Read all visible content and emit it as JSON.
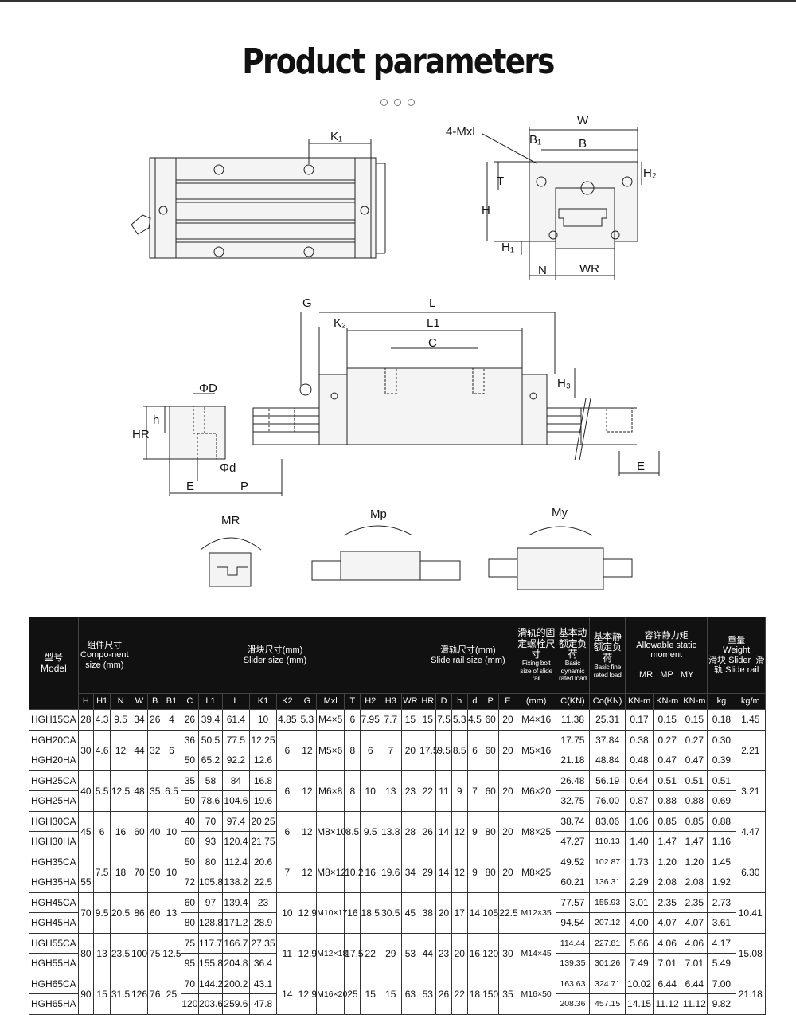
{
  "title": "Product parameters",
  "labels": {
    "k1": "K₁",
    "mxl": "4-Mxl",
    "w": "W",
    "b1": "B₁",
    "b": "B",
    "h2": "H₂",
    "t": "T",
    "h": "H",
    "h1": "H₁",
    "n": "N",
    "wr": "WR",
    "g": "G",
    "l": "L",
    "k2": "K₂",
    "l1": "L1",
    "c": "C",
    "h3": "H₃",
    "phi_d_big": "ΦD",
    "h_small": "h",
    "hr": "HR",
    "phi_d_small": "Φd",
    "e": "E",
    "p": "P",
    "mr": "MR",
    "mp": "Mp",
    "my": "My"
  },
  "header": {
    "model_cn": "型号",
    "model_en": "Model",
    "component_cn": "组件尺寸",
    "component_en": "Compo-nent size (mm)",
    "slider_cn": "滑块尺寸(mm)",
    "slider_en": "Slider size (mm)",
    "rail_cn": "滑轨尺寸(mm)",
    "rail_en": "Slide rail size (mm)",
    "bolt_cn": "滑轨的固定螺栓尺寸",
    "bolt_en": "Fixing bolt size of slide rail",
    "dyn_cn": "基本动额定负荷",
    "dyn_en": "Basic dynamic rated load",
    "stat_cn": "基本静额定负荷",
    "stat_en": "Basic fine rated load",
    "moment_cn": "容许静力矩",
    "moment_en": "Allowable static moment",
    "mr": "MR",
    "mp": "MP",
    "my": "MY",
    "weight_cn": "重量",
    "weight_en": "Weight",
    "slider_w": "滑块 Slider",
    "rail_w": "滑轨 Slide rail"
  },
  "units": [
    "H",
    "H1",
    "N",
    "W",
    "B",
    "B1",
    "C",
    "L1",
    "L",
    "K1",
    "K2",
    "G",
    "Mxl",
    "T",
    "H2",
    "H3",
    "WR",
    "HR",
    "D",
    "h",
    "d",
    "P",
    "E",
    "(mm)",
    "C(KN)",
    "Co(KN)",
    "KN-m",
    "KN-m",
    "KN-m",
    "kg",
    "kg/m"
  ],
  "rows": [
    [
      [
        "HGH15CA",
        1
      ],
      [
        "28",
        1
      ],
      [
        "4.3",
        1
      ],
      [
        "9.5",
        1
      ],
      [
        "34",
        1
      ],
      [
        "26",
        1
      ],
      [
        "4",
        1
      ],
      [
        "26",
        1
      ],
      [
        "39.4",
        1
      ],
      [
        "61.4",
        1
      ],
      [
        "10",
        1
      ],
      [
        "4.85",
        1
      ],
      [
        "5.3",
        1
      ],
      [
        "M4×5",
        1
      ],
      [
        "6",
        1
      ],
      [
        "7.95",
        1
      ],
      [
        "7.7",
        1
      ],
      [
        "15",
        1
      ],
      [
        "15",
        1
      ],
      [
        "7.5",
        1
      ],
      [
        "5.3",
        1
      ],
      [
        "4.5",
        1
      ],
      [
        "60",
        1
      ],
      [
        "20",
        1
      ],
      [
        "M4×16",
        1
      ],
      [
        "11.38",
        1
      ],
      [
        "25.31",
        1
      ],
      [
        "0.17",
        1
      ],
      [
        "0.15",
        1
      ],
      [
        "0.15",
        1
      ],
      [
        "0.18",
        1
      ],
      [
        "1.45",
        1
      ]
    ],
    [
      [
        "HGH20CA",
        1
      ],
      [
        "30",
        2
      ],
      [
        "4.6",
        2
      ],
      [
        "12",
        2
      ],
      [
        "44",
        2
      ],
      [
        "32",
        2
      ],
      [
        "6",
        2
      ],
      [
        "36",
        1
      ],
      [
        "50.5",
        1
      ],
      [
        "77.5",
        1
      ],
      [
        "12.25",
        1
      ],
      [
        "6",
        2
      ],
      [
        "12",
        2
      ],
      [
        "M5×6",
        2
      ],
      [
        "8",
        2
      ],
      [
        "6",
        2
      ],
      [
        "7",
        2
      ],
      [
        "20",
        2
      ],
      [
        "17.5",
        2
      ],
      [
        "9.5",
        2
      ],
      [
        "8.5",
        2
      ],
      [
        "6",
        2
      ],
      [
        "60",
        2
      ],
      [
        "20",
        2
      ],
      [
        "M5×16",
        2
      ],
      [
        "17.75",
        1
      ],
      [
        "37.84",
        1
      ],
      [
        "0.38",
        1
      ],
      [
        "0.27",
        1
      ],
      [
        "0.27",
        1
      ],
      [
        "0.30",
        1
      ],
      [
        "2.21",
        2
      ]
    ],
    [
      [
        "HGH20HA",
        1
      ],
      [
        "50",
        1
      ],
      [
        "65.2",
        1
      ],
      [
        "92.2",
        1
      ],
      [
        "12.6",
        1
      ],
      [
        "21.18",
        1
      ],
      [
        "48.84",
        1
      ],
      [
        "0.48",
        1
      ],
      [
        "0.47",
        1
      ],
      [
        "0.47",
        1
      ],
      [
        "0.39",
        1
      ]
    ],
    [
      [
        "HGH25CA",
        1
      ],
      [
        "40",
        2
      ],
      [
        "5.5",
        2
      ],
      [
        "12.5",
        2
      ],
      [
        "48",
        2
      ],
      [
        "35",
        2
      ],
      [
        "6.5",
        2
      ],
      [
        "35",
        1
      ],
      [
        "58",
        1
      ],
      [
        "84",
        1
      ],
      [
        "16.8",
        1
      ],
      [
        "6",
        2
      ],
      [
        "12",
        2
      ],
      [
        "M6×8",
        2
      ],
      [
        "8",
        2
      ],
      [
        "10",
        2
      ],
      [
        "13",
        2
      ],
      [
        "23",
        2
      ],
      [
        "22",
        2
      ],
      [
        "11",
        2
      ],
      [
        "9",
        2
      ],
      [
        "7",
        2
      ],
      [
        "60",
        2
      ],
      [
        "20",
        2
      ],
      [
        "M6×20",
        2
      ],
      [
        "26.48",
        1
      ],
      [
        "56.19",
        1
      ],
      [
        "0.64",
        1
      ],
      [
        "0.51",
        1
      ],
      [
        "0.51",
        1
      ],
      [
        "0.51",
        1
      ],
      [
        "3.21",
        2
      ]
    ],
    [
      [
        "HGH25HA",
        1
      ],
      [
        "50",
        1
      ],
      [
        "78.6",
        1
      ],
      [
        "104.6",
        1
      ],
      [
        "19.6",
        1
      ],
      [
        "32.75",
        1
      ],
      [
        "76.00",
        1
      ],
      [
        "0.87",
        1
      ],
      [
        "0.88",
        1
      ],
      [
        "0.88",
        1
      ],
      [
        "0.69",
        1
      ]
    ],
    [
      [
        "HGH30CA",
        1
      ],
      [
        "45",
        2
      ],
      [
        "6",
        2
      ],
      [
        "16",
        2
      ],
      [
        "60",
        2
      ],
      [
        "40",
        2
      ],
      [
        "10",
        2
      ],
      [
        "40",
        1
      ],
      [
        "70",
        1
      ],
      [
        "97.4",
        1
      ],
      [
        "20.25",
        1
      ],
      [
        "6",
        2
      ],
      [
        "12",
        2
      ],
      [
        "M8×10",
        2
      ],
      [
        "8.5",
        2
      ],
      [
        "9.5",
        2
      ],
      [
        "13.8",
        2
      ],
      [
        "28",
        2
      ],
      [
        "26",
        2
      ],
      [
        "14",
        2
      ],
      [
        "12",
        2
      ],
      [
        "9",
        2
      ],
      [
        "80",
        2
      ],
      [
        "20",
        2
      ],
      [
        "M8×25",
        2
      ],
      [
        "38.74",
        1
      ],
      [
        "83.06",
        1
      ],
      [
        "1.06",
        1
      ],
      [
        "0.85",
        1
      ],
      [
        "0.85",
        1
      ],
      [
        "0.88",
        1
      ],
      [
        "4.47",
        2
      ]
    ],
    [
      [
        "HGH30HA",
        1
      ],
      [
        "60",
        1
      ],
      [
        "93",
        1
      ],
      [
        "120.4",
        1
      ],
      [
        "21.75",
        1
      ],
      [
        "47.27",
        1
      ],
      [
        "110.13",
        1
      ],
      [
        "1.40",
        1
      ],
      [
        "1.47",
        1
      ],
      [
        "1.47",
        1
      ],
      [
        "1.16",
        1
      ]
    ],
    [
      [
        "HGH35CA",
        1
      ],
      [
        "",
        1
      ],
      [
        "7.5",
        2
      ],
      [
        "18",
        2
      ],
      [
        "70",
        2
      ],
      [
        "50",
        2
      ],
      [
        "10",
        2
      ],
      [
        "50",
        1
      ],
      [
        "80",
        1
      ],
      [
        "112.4",
        1
      ],
      [
        "20.6",
        1
      ],
      [
        "7",
        2
      ],
      [
        "12",
        2
      ],
      [
        "M8×12",
        2
      ],
      [
        "10.2",
        2
      ],
      [
        "16",
        2
      ],
      [
        "19.6",
        2
      ],
      [
        "34",
        2
      ],
      [
        "29",
        2
      ],
      [
        "14",
        2
      ],
      [
        "12",
        2
      ],
      [
        "9",
        2
      ],
      [
        "80",
        2
      ],
      [
        "20",
        2
      ],
      [
        "M8×25",
        2
      ],
      [
        "49.52",
        1
      ],
      [
        "102.87",
        1
      ],
      [
        "1.73",
        1
      ],
      [
        "1.20",
        1
      ],
      [
        "1.20",
        1
      ],
      [
        "1.45",
        1
      ],
      [
        "6.30",
        2
      ]
    ],
    [
      [
        "HGH35HA",
        1
      ],
      [
        "55",
        1
      ],
      [
        "72",
        1
      ],
      [
        "105.8",
        1
      ],
      [
        "138.2",
        1
      ],
      [
        "22.5",
        1
      ],
      [
        "60.21",
        1
      ],
      [
        "136.31",
        1
      ],
      [
        "2.29",
        1
      ],
      [
        "2.08",
        1
      ],
      [
        "2.08",
        1
      ],
      [
        "1.92",
        1
      ]
    ],
    [
      [
        "HGH45CA",
        1
      ],
      [
        "70",
        2
      ],
      [
        "9.5",
        2
      ],
      [
        "20.5",
        2
      ],
      [
        "86",
        2
      ],
      [
        "60",
        2
      ],
      [
        "13",
        2
      ],
      [
        "60",
        1
      ],
      [
        "97",
        1
      ],
      [
        "139.4",
        1
      ],
      [
        "23",
        1
      ],
      [
        "10",
        2
      ],
      [
        "12.9",
        2
      ],
      [
        "M10×17",
        2
      ],
      [
        "16",
        2
      ],
      [
        "18.5",
        2
      ],
      [
        "30.5",
        2
      ],
      [
        "45",
        2
      ],
      [
        "38",
        2
      ],
      [
        "20",
        2
      ],
      [
        "17",
        2
      ],
      [
        "14",
        2
      ],
      [
        "105",
        2
      ],
      [
        "22.5",
        2
      ],
      [
        "M12×35",
        2
      ],
      [
        "77.57",
        1
      ],
      [
        "155.93",
        1
      ],
      [
        "3.01",
        1
      ],
      [
        "2.35",
        1
      ],
      [
        "2.35",
        1
      ],
      [
        "2.73",
        1
      ],
      [
        "10.41",
        2
      ]
    ],
    [
      [
        "HGH45HA",
        1
      ],
      [
        "80",
        1
      ],
      [
        "128.8",
        1
      ],
      [
        "171.2",
        1
      ],
      [
        "28.9",
        1
      ],
      [
        "94.54",
        1
      ],
      [
        "207.12",
        1
      ],
      [
        "4.00",
        1
      ],
      [
        "4.07",
        1
      ],
      [
        "4.07",
        1
      ],
      [
        "3.61",
        1
      ]
    ],
    [
      [
        "HGH55CA",
        1
      ],
      [
        "80",
        2
      ],
      [
        "13",
        2
      ],
      [
        "23.5",
        2
      ],
      [
        "100",
        2
      ],
      [
        "75",
        2
      ],
      [
        "12.5",
        2
      ],
      [
        "75",
        1
      ],
      [
        "117.7",
        1
      ],
      [
        "166.7",
        1
      ],
      [
        "27.35",
        1
      ],
      [
        "11",
        2
      ],
      [
        "12.9",
        2
      ],
      [
        "M12×18",
        2
      ],
      [
        "17.5",
        2
      ],
      [
        "22",
        2
      ],
      [
        "29",
        2
      ],
      [
        "53",
        2
      ],
      [
        "44",
        2
      ],
      [
        "23",
        2
      ],
      [
        "20",
        2
      ],
      [
        "16",
        2
      ],
      [
        "120",
        2
      ],
      [
        "30",
        2
      ],
      [
        "M14×45",
        2
      ],
      [
        "114.44",
        1
      ],
      [
        "227.81",
        1
      ],
      [
        "5.66",
        1
      ],
      [
        "4.06",
        1
      ],
      [
        "4.06",
        1
      ],
      [
        "4.17",
        1
      ],
      [
        "15.08",
        2
      ]
    ],
    [
      [
        "HGH55HA",
        1
      ],
      [
        "95",
        1
      ],
      [
        "155.8",
        1
      ],
      [
        "204.8",
        1
      ],
      [
        "36.4",
        1
      ],
      [
        "139.35",
        1
      ],
      [
        "301.26",
        1
      ],
      [
        "7.49",
        1
      ],
      [
        "7.01",
        1
      ],
      [
        "7.01",
        1
      ],
      [
        "5.49",
        1
      ]
    ],
    [
      [
        "HGH65CA",
        1
      ],
      [
        "90",
        2
      ],
      [
        "15",
        2
      ],
      [
        "31.5",
        2
      ],
      [
        "126",
        2
      ],
      [
        "76",
        2
      ],
      [
        "25",
        2
      ],
      [
        "70",
        1
      ],
      [
        "144.2",
        1
      ],
      [
        "200.2",
        1
      ],
      [
        "43.1",
        1
      ],
      [
        "14",
        2
      ],
      [
        "12.9",
        2
      ],
      [
        "M16×20",
        2
      ],
      [
        "25",
        2
      ],
      [
        "15",
        2
      ],
      [
        "15",
        2
      ],
      [
        "63",
        2
      ],
      [
        "53",
        2
      ],
      [
        "26",
        2
      ],
      [
        "22",
        2
      ],
      [
        "18",
        2
      ],
      [
        "150",
        2
      ],
      [
        "35",
        2
      ],
      [
        "M16×50",
        2
      ],
      [
        "163.63",
        1
      ],
      [
        "324.71",
        1
      ],
      [
        "10.02",
        1
      ],
      [
        "6.44",
        1
      ],
      [
        "6.44",
        1
      ],
      [
        "7.00",
        1
      ],
      [
        "21.18",
        2
      ]
    ],
    [
      [
        "HGH65HA",
        1
      ],
      [
        "120",
        1
      ],
      [
        "203.6",
        1
      ],
      [
        "259.6",
        1
      ],
      [
        "47.8",
        1
      ],
      [
        "208.36",
        1
      ],
      [
        "457.15",
        1
      ],
      [
        "14.15",
        1
      ],
      [
        "11.12",
        1
      ],
      [
        "11.12",
        1
      ],
      [
        "9.82",
        1
      ]
    ]
  ]
}
